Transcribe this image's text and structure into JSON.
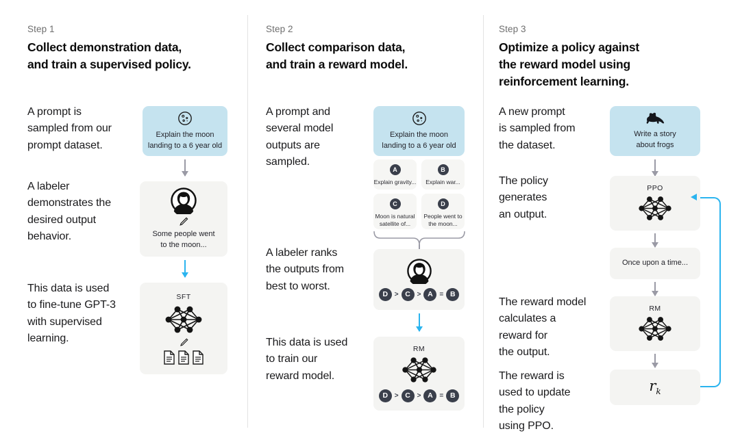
{
  "figure": {
    "title": "RLHF three-step training diagram",
    "accent_blue": "#2ab4ef",
    "prompt_box_color": "#c5e3ef",
    "flow_box_color": "#f4f4f2",
    "badge_color": "#3a3f4b"
  },
  "columns": [
    {
      "step_label": "Step 1",
      "title": "Collect demonstration data,\nand train a supervised policy.",
      "paragraphs": [
        "A prompt is\nsampled from our\nprompt dataset.",
        "A labeler\ndemonstrates the\ndesired output\nbehavior.",
        "This data is used\nto fine-tune GPT-3\nwith supervised\nlearning."
      ],
      "nodes": [
        {
          "kind": "prompt",
          "icon": "moon-icon",
          "caption": "Explain the moon\nlanding to a 6 year old"
        },
        {
          "kind": "labeler",
          "icon": "labeler-avatar-icon",
          "caption": "Some people went\nto the moon..."
        },
        {
          "kind": "model",
          "icon": "neural-network-icon",
          "label": "SFT",
          "sub_icon": "documents-icon"
        }
      ]
    },
    {
      "step_label": "Step 2",
      "title": "Collect comparison data,\nand train a reward model.",
      "paragraphs": [
        "A prompt and\nseveral model\noutputs are\nsampled.",
        "A labeler ranks\nthe outputs from\nbest to worst.",
        "This data is used\nto train our\nreward model."
      ],
      "nodes": [
        {
          "kind": "prompt",
          "icon": "moon-icon",
          "caption": "Explain the moon\nlanding to a 6 year old"
        },
        {
          "kind": "outputs",
          "cards": [
            {
              "badge": "A",
              "caption": "Explain gravity..."
            },
            {
              "badge": "B",
              "caption": "Explain war..."
            },
            {
              "badge": "C",
              "caption": "Moon is natural\nsatellite of..."
            },
            {
              "badge": "D",
              "caption": "People went to\nthe moon..."
            }
          ]
        },
        {
          "kind": "labeler-rank",
          "icon": "labeler-avatar-icon",
          "ranking": [
            "D",
            ">",
            "C",
            ">",
            "A",
            "=",
            "B"
          ]
        },
        {
          "kind": "model",
          "icon": "neural-network-icon",
          "label": "RM",
          "ranking": [
            "D",
            ">",
            "C",
            ">",
            "A",
            "=",
            "B"
          ]
        }
      ]
    },
    {
      "step_label": "Step 3",
      "title": "Optimize a policy against\nthe reward model using\nreinforcement learning.",
      "paragraphs": [
        "A new prompt\nis sampled from\nthe dataset.",
        "The policy\ngenerates\nan output.",
        "The reward model\ncalculates a\nreward for\nthe output.",
        "The reward is\nused to update\nthe policy\nusing PPO."
      ],
      "nodes": [
        {
          "kind": "prompt",
          "icon": "frog-icon",
          "caption": "Write a story\nabout frogs"
        },
        {
          "kind": "model",
          "icon": "neural-network-icon",
          "label": "PPO"
        },
        {
          "kind": "text",
          "caption": "Once upon a time..."
        },
        {
          "kind": "model",
          "icon": "neural-network-icon",
          "label": "RM"
        },
        {
          "kind": "reward",
          "symbol": "r",
          "subscript": "k"
        }
      ]
    }
  ]
}
